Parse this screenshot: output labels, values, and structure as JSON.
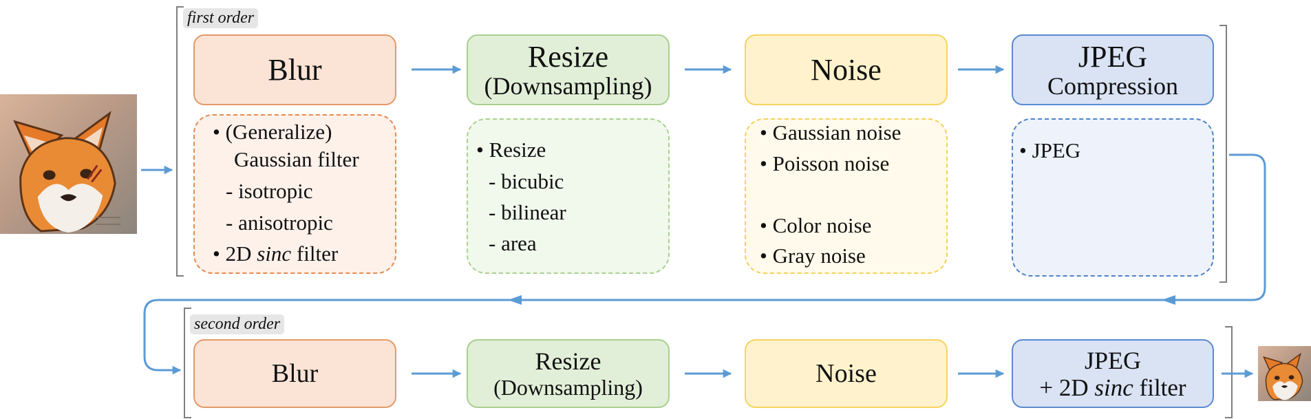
{
  "first_order": {
    "tag": "first order",
    "blur": {
      "title": "Blur"
    },
    "resize": {
      "title_line1": "Resize",
      "title_line2": "(Downsampling)"
    },
    "noise": {
      "title": "Noise"
    },
    "jpeg": {
      "title_line1": "JPEG",
      "title_line2": "Compression"
    },
    "blur_details": {
      "l1": "•  (Generalize)",
      "l2": "Gaussian filter",
      "l3": "- isotropic",
      "l4": "- anisotropic",
      "l5_pre": "•  2D ",
      "l5_em": "sinc",
      "l5_post": " filter"
    },
    "resize_details": {
      "l1": "•  Resize",
      "l2": "- bicubic",
      "l3": "- bilinear",
      "l4": "- area"
    },
    "noise_details": {
      "l1": "•  Gaussian noise",
      "l2": "•  Poisson noise",
      "l3": "•  Color noise",
      "l4": "•  Gray noise"
    },
    "jpeg_details": {
      "l1": "•  JPEG"
    }
  },
  "second_order": {
    "tag": "second order",
    "blur": {
      "title": "Blur"
    },
    "resize": {
      "title_line1": "Resize",
      "title_line2": "(Downsampling)"
    },
    "noise": {
      "title": "Noise"
    },
    "jpeg": {
      "title_line1": "JPEG",
      "title_line2_pre": "+ 2D ",
      "title_line2_em": "sinc",
      "title_line2_post": " filter"
    }
  },
  "colors": {
    "arrow": "#5b9bd5",
    "bracket": "#7f7f7f"
  },
  "icons": {
    "input_image": "fox-portrait-image",
    "output_image": "fox-portrait-small-image"
  }
}
